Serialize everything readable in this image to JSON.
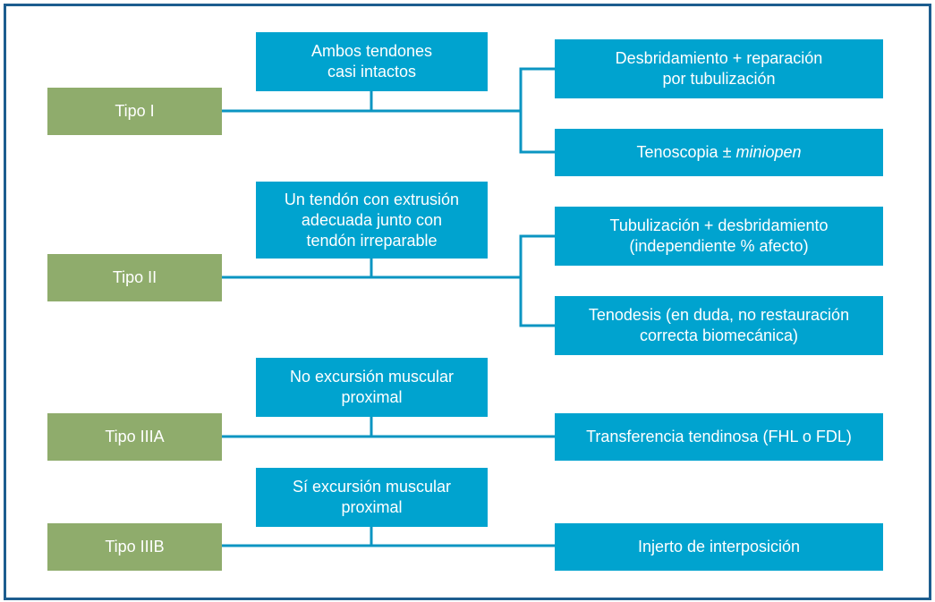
{
  "colors": {
    "border": "#1d5d8f",
    "type_box": "#8fac6c",
    "blue_box": "#00a3cf",
    "connector": "#0b95c2"
  },
  "rows": [
    {
      "type": "Tipo I",
      "condition": "Ambos tendones\ncasi intactos",
      "treatments": [
        {
          "text": "Desbridamiento + reparación\npor tubulización"
        },
        {
          "text": "Tenoscopia ± ",
          "italic": "miniopen"
        }
      ]
    },
    {
      "type": "Tipo II",
      "condition": "Un tendón con extrusión\nadecuada junto con\ntendón irreparable",
      "treatments": [
        {
          "text": "Tubulización + desbridamiento\n(independiente % afecto)"
        },
        {
          "text": "Tenodesis (en duda, no restauración\ncorrecta biomecánica)"
        }
      ]
    },
    {
      "type": "Tipo IIIA",
      "condition": "No excursión muscular\nproximal",
      "treatments": [
        {
          "text": "Transferencia tendinosa (FHL o FDL)"
        }
      ]
    },
    {
      "type": "Tipo IIIB",
      "condition": "Sí excursión muscular\nproximal",
      "treatments": [
        {
          "text": "Injerto de interposición"
        }
      ]
    }
  ]
}
